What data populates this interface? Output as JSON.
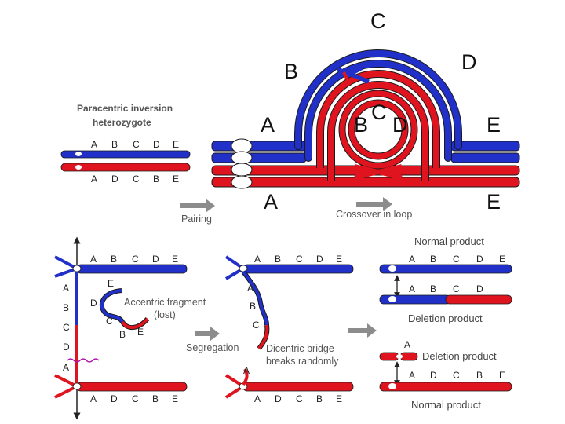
{
  "labels": {
    "top_c": "C",
    "top_b": "B",
    "top_d": "D",
    "top_a": "A",
    "top_e": "E",
    "inner_b": "B",
    "inner_c": "C",
    "inner_d": "D",
    "bottom_a": "A",
    "bottom_e": "E"
  },
  "heterozygote": {
    "title_line1": "Paracentric inversion",
    "title_line2": "heterozygote",
    "normal_genes": [
      "A",
      "B",
      "C",
      "D",
      "E"
    ],
    "inverted_genes": [
      "A",
      "D",
      "C",
      "B",
      "E"
    ]
  },
  "steps": {
    "pairing": "Pairing",
    "crossover": "Crossover in loop",
    "segregation": "Segregation"
  },
  "anaphase": {
    "top_genes": [
      "A",
      "B",
      "C",
      "D",
      "E"
    ],
    "vertical_genes": [
      "A",
      "B",
      "C",
      "D",
      "A"
    ],
    "bottom_genes": [
      "A",
      "D",
      "C",
      "B",
      "E"
    ],
    "fragment_genes": [
      "E",
      "D",
      "C",
      "B",
      "E"
    ],
    "fragment_line1": "Accentric fragment",
    "fragment_line2": "(lost)"
  },
  "bridge": {
    "top_genes": [
      "A",
      "B",
      "C",
      "D",
      "E"
    ],
    "side_genes": [
      "A",
      "B",
      "C",
      "A"
    ],
    "bottom_genes": [
      "A",
      "D",
      "C",
      "B",
      "E"
    ],
    "line1": "Dicentric bridge",
    "line2": "breaks randomly"
  },
  "products": {
    "normal_top": "Normal product",
    "normal_top_genes": [
      "A",
      "B",
      "C",
      "D",
      "E"
    ],
    "deletion1_genes": [
      "A",
      "B",
      "C",
      "D"
    ],
    "deletion1": "Deletion product",
    "deletion2_gene": "A",
    "deletion2": "Deletion product",
    "normal_bottom_genes": [
      "A",
      "D",
      "C",
      "B",
      "E"
    ],
    "normal_bottom": "Normal product"
  },
  "colors": {
    "blue": "#2030c8",
    "red": "#e0141e",
    "arrow": "#8c8c8c",
    "outline": "#1a1a1a"
  }
}
